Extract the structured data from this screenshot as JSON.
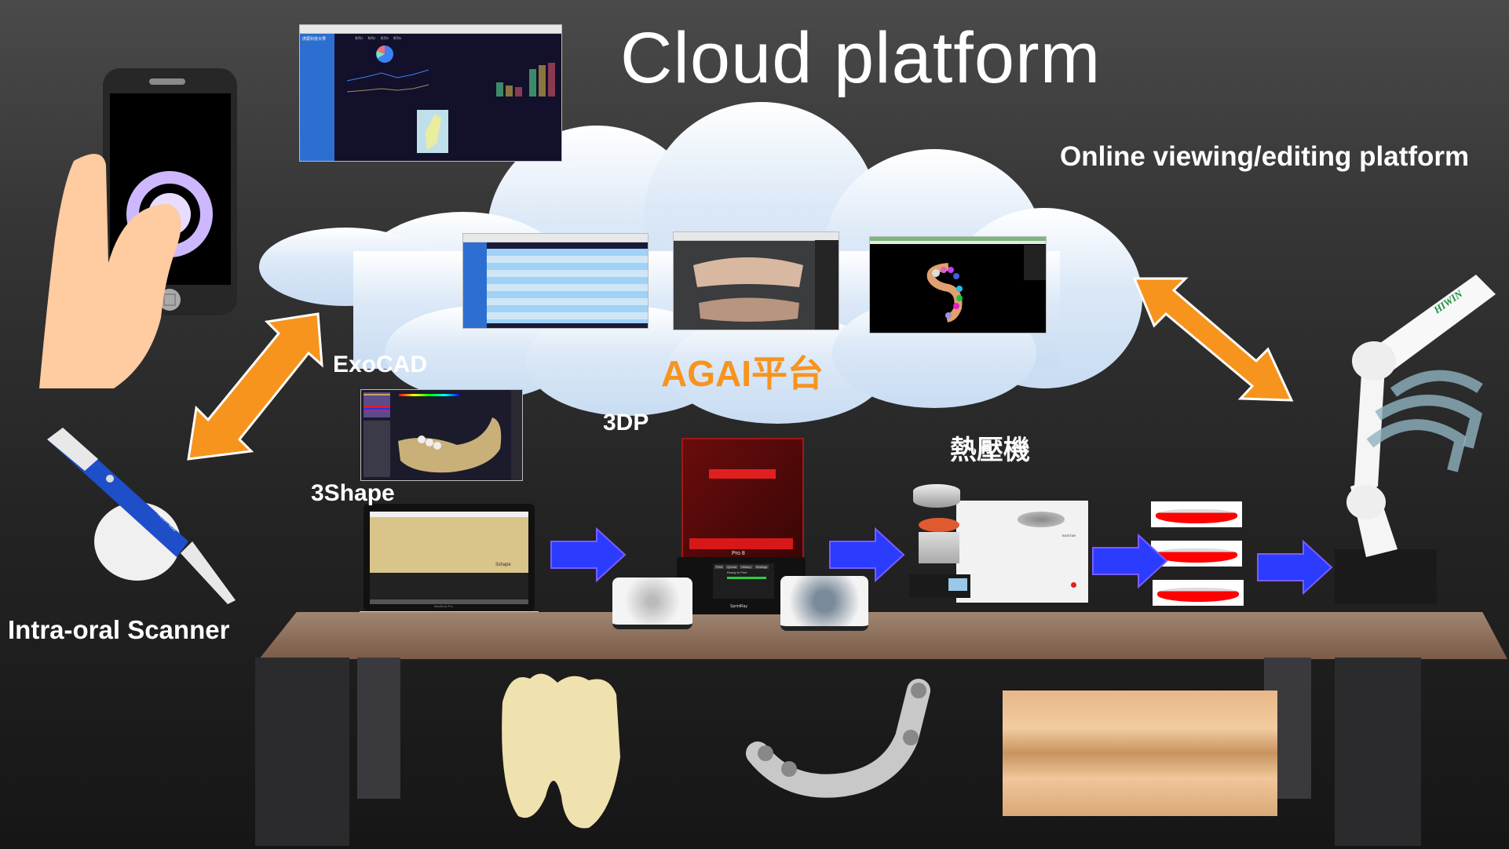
{
  "title": "Cloud platform",
  "labels": {
    "online_platform": "Online viewing/editing platform",
    "exocad": "ExoCAD",
    "threeshape": "3Shape",
    "threedp": "3DP",
    "thermoformer": "熱壓機",
    "scanner": "Intra-oral Scanner",
    "agai": "AGAI平台"
  },
  "dashboard": {
    "sidebar_title": "虎尾科技大學",
    "legend": [
      "系列1",
      "系列2",
      "系列3",
      "系列4"
    ]
  },
  "printer": {
    "brand": "SprintRay",
    "model": "Pro 8",
    "menu": [
      "Print",
      "Queue",
      "History",
      "Settings"
    ],
    "status": "Ready to Print"
  },
  "robot": {
    "brand": "HIWIN"
  },
  "thermoformer_device": {
    "brand": "BIOSTAR"
  },
  "scanner_device": {
    "brand": "MEDIT i600"
  },
  "laptop": {
    "brand": "MacBook Pro",
    "software_logo": "3shape"
  },
  "colors": {
    "background": "#2a2a2a",
    "cloud": "#cfe0f4",
    "orange_arrow": "#f7941e",
    "blue_arrow": "#2b3cff",
    "agai_text": "#f7941e",
    "table_wood": "#8a6a55"
  }
}
